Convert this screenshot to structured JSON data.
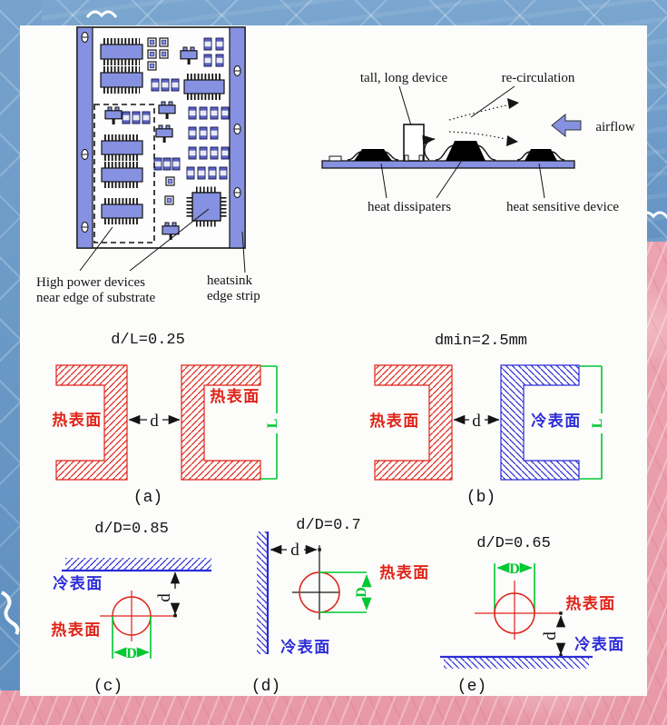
{
  "colors": {
    "hot_surface": "#e02318",
    "cold_surface": "#2c2cd8",
    "dimension_green": "#00c832",
    "component_blue": "#8691e1",
    "background_blue": "#6f9cc8",
    "background_pink": "#eda4b0"
  },
  "pcb": {
    "high_power_line1": "High power devices",
    "high_power_line2": "near edge of substrate",
    "heatsink_line1": "heatsink",
    "heatsink_line2": "edge strip"
  },
  "airflow": {
    "tall_device": "tall, long device",
    "recirculation": "re-circulation",
    "airflow": "airflow",
    "dissipaters": "heat dissipaters",
    "sensitive": "heat sensitive device"
  },
  "fig_a": {
    "title": "d/L=0.25",
    "caption": "(a)",
    "label_left": "热表面",
    "label_right": "热表面",
    "dim_gap": "d",
    "dim_height": "L"
  },
  "fig_b": {
    "title": "dmin=2.5mm",
    "caption": "(b)",
    "label_left": "热表面",
    "label_right": "冷表面",
    "dim_gap": "d",
    "dim_height": "L"
  },
  "fig_c": {
    "title": "d/D=0.85",
    "caption": "(c)",
    "label_cold": "冷表面",
    "label_hot": "热表面",
    "dim_gap": "d",
    "dim_diameter": "D"
  },
  "fig_d": {
    "title": "d/D=0.7",
    "caption": "(d)",
    "label_cold": "冷表面",
    "label_hot": "热表面",
    "dim_gap": "d",
    "dim_diameter": "D"
  },
  "fig_e": {
    "title": "d/D=0.65",
    "caption": "(e)",
    "label_cold": "冷表面",
    "label_hot": "热表面",
    "dim_gap": "d",
    "dim_diameter": "D"
  }
}
